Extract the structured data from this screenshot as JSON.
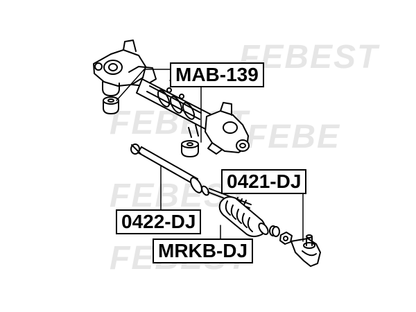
{
  "watermark": {
    "brand": "FEBEST",
    "brand_partial": "FEBE"
  },
  "parts": [
    {
      "id": "steering-rack",
      "label": "MAB-139"
    },
    {
      "id": "tie-rod-end",
      "label": "0421-DJ"
    },
    {
      "id": "inner-tie-rod",
      "label": "0422-DJ"
    },
    {
      "id": "steering-boot",
      "label": "MRKB-DJ"
    }
  ],
  "colors": {
    "line": "#000000",
    "watermark": "#e6e6e6",
    "background": "#ffffff"
  }
}
